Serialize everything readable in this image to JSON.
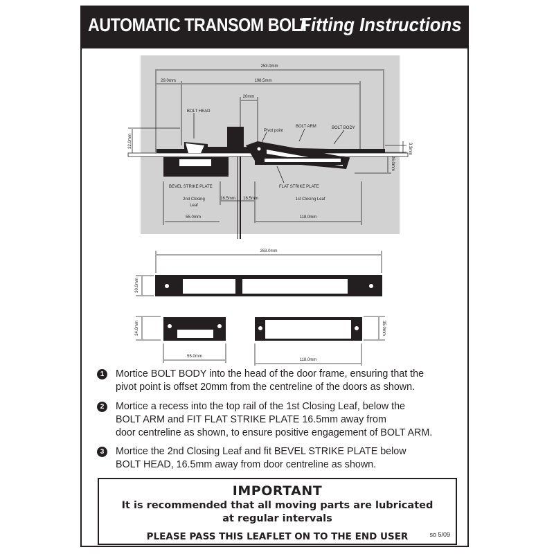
{
  "title": {
    "main": "AUTOMATIC TRANSOM BOLT",
    "sub": "Fitting Instructions"
  },
  "diagram": {
    "overall": "253.0mm",
    "left_offset": "29.0mm",
    "arm_span": "198.5mm",
    "pivot_offset": "20mm",
    "height": "32.0mm",
    "thickness": "3.3mm",
    "bolt_drop": "26.0mm",
    "gap_left": "16.5mm",
    "gap_right": "16.5mm",
    "bevel_width": "55.0mm",
    "flat_width": "118.0mm",
    "labels": {
      "bolt_head": "BOLT HEAD",
      "pivot_point": "Pivot point",
      "bolt_arm": "BOLT ARM",
      "bolt_body": "BOLT BODY",
      "bevel_strike_plate": "BEVEL STRIKE PLATE",
      "flat_strike_plate": "FLAT STRIKE PLATE",
      "second_leaf_line1": "2nd Closing",
      "second_leaf_line2": "Leaf",
      "first_leaf": "1st Closing Leaf"
    }
  },
  "plates": {
    "body_length": "253.0mm",
    "body_height": "30.0mm",
    "bevel_height": "34.0mm",
    "bevel_width": "55.0mm",
    "flat_height": "35.0mm",
    "flat_width": "118.0mm"
  },
  "steps": [
    {
      "number": "1",
      "lines": [
        "Mortice BOLT BODY into the head of the door frame, ensuring that the",
        "pivot point is offset 20mm from the centreline of the doors as shown."
      ]
    },
    {
      "number": "2",
      "lines": [
        "Mortice a recess into the top rail of the 1st Closing Leaf, below  the",
        "BOLT ARM and FIT FLAT STRIKE PLATE 16.5mm away from",
        "door centreline as shown, to ensure positive engagement of BOLT ARM."
      ]
    },
    {
      "number": "3",
      "lines": [
        "Mortice the 2nd Closing Leaf and fit BEVEL STRIKE PLATE below",
        "BOLT HEAD, 16.5mm away from door centreline as shown."
      ]
    }
  ],
  "important": {
    "title": "IMPORTANT",
    "line1": "It is recommended that all moving parts are lubricated",
    "line2": "at regular intervals",
    "pass": "PLEASE PASS THIS LEAFLET ON TO THE END USER"
  },
  "ref": "so 5/09"
}
